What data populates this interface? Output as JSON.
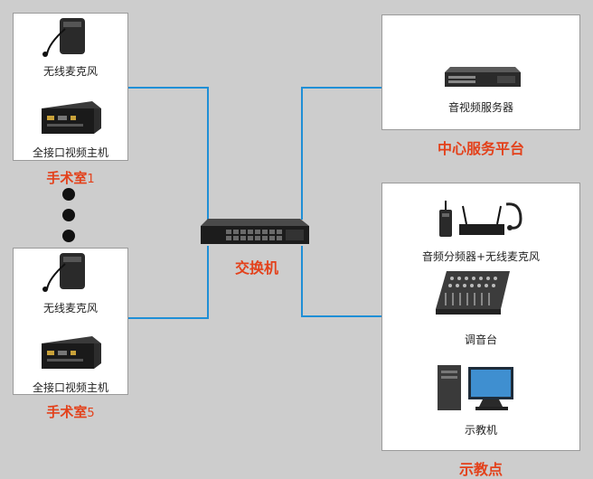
{
  "rooms": [
    {
      "mic_label": "无线麦克风",
      "host_label": "全接口视频主机",
      "title": "手术室",
      "number": "1"
    },
    {
      "mic_label": "无线麦克风",
      "host_label": "全接口视频主机",
      "title": "手术室",
      "number": "5"
    }
  ],
  "switch_label": "交换机",
  "center": {
    "server_label": "音视频服务器",
    "title": "中心服务平台"
  },
  "demo": {
    "splitter_label": "音频分频器+无线麦克风",
    "mixer_label": "调音台",
    "pc_label": "示教机",
    "title": "示教点"
  },
  "colors": {
    "line": "#1f8fd6",
    "accent": "#e3411b",
    "background": "#cdcdcd"
  }
}
